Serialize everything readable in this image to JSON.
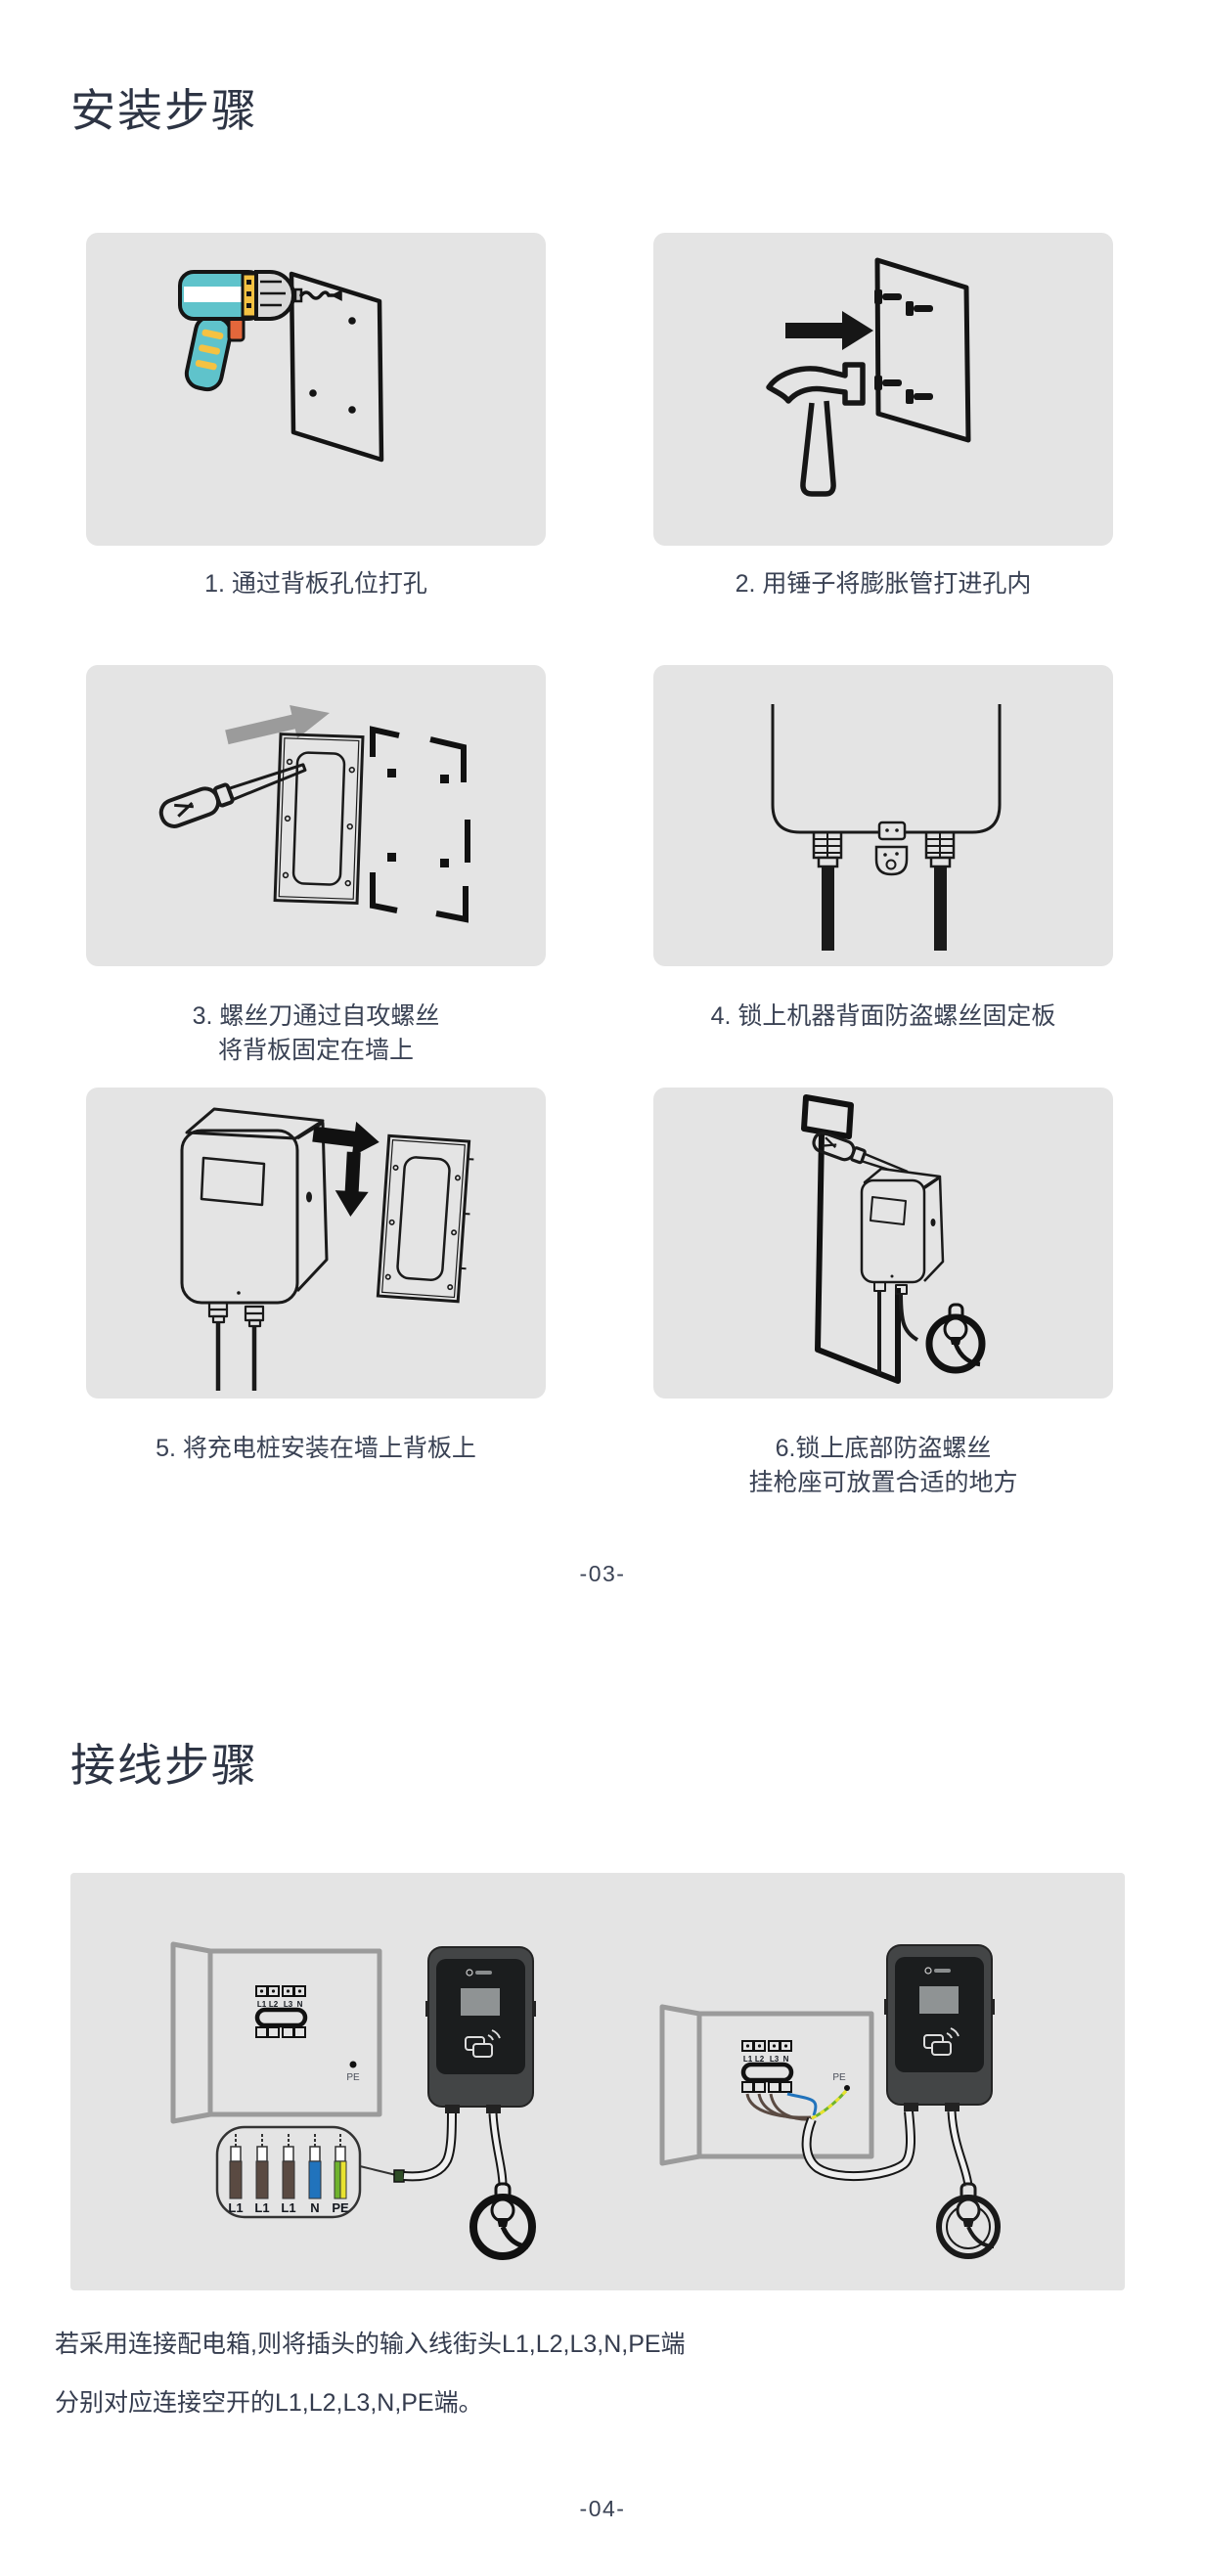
{
  "install_section": {
    "title": "安装步骤",
    "page_number": "-03-",
    "steps": [
      {
        "illustration": "drill-board",
        "caption": [
          "1. 通过背板孔位打孔"
        ]
      },
      {
        "illustration": "hammer-anchors",
        "caption": [
          "2. 用锤子将膨胀管打进孔内"
        ]
      },
      {
        "illustration": "screwdriver-backplate",
        "caption": [
          "3. 螺丝刀通过自攻螺丝",
          "将背板固定在墙上"
        ]
      },
      {
        "illustration": "device-bottom-plate",
        "caption": [
          "4. 锁上机器背面防盗螺丝固定板"
        ]
      },
      {
        "illustration": "mount-charger",
        "caption": [
          "5. 将充电桩安装在墙上背板上"
        ]
      },
      {
        "illustration": "lock-bottom-screw",
        "caption": [
          "6.锁上底部防盗螺丝",
          "挂枪座可放置合适的地方"
        ]
      }
    ]
  },
  "wiring_section": {
    "title": "接线步骤",
    "page_number": "-04-",
    "breaker_terminals": [
      "L1",
      "L2",
      "L3",
      "N"
    ],
    "pe_label": "PE",
    "terminal_labels": [
      "L1",
      "L1",
      "L1",
      "N",
      "PE"
    ],
    "note_lines": [
      "若采用连接配电箱,则将插头的输入线街头L1,L2,L3,N,PE端",
      "分别对应连接空开的L1,L2,L3,N,PE端。"
    ]
  },
  "colors": {
    "panel_bg": "#e4e4e4",
    "ink": "#333b4d",
    "title_ink": "#2d3444",
    "drill_teal": "#5fc3cb",
    "drill_yellow": "#f5c242",
    "drill_orange": "#e4673b",
    "wire_brown": "#5a4a42",
    "wire_blue": "#2173bc",
    "wire_green": "#6fb32d",
    "wire_yellow": "#e8e22f",
    "charger_body": "#434546",
    "charger_panel": "#1b1d1e",
    "screen_gray": "#8f9394",
    "box_outline_gray": "#9b9b9b"
  }
}
